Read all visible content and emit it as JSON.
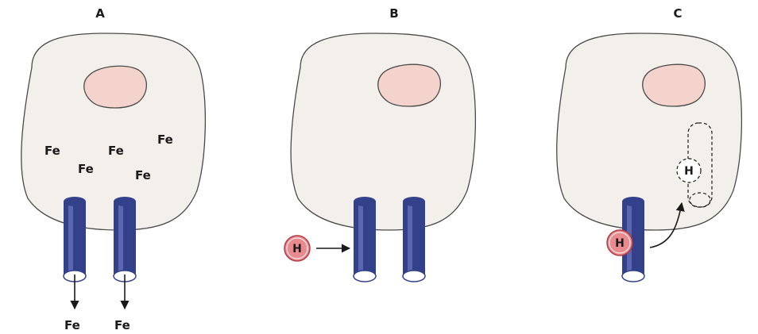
{
  "panels": [
    {
      "label": "A",
      "fe_inside": [
        "Fe",
        "Fe",
        "Fe",
        "Fe",
        "Fe"
      ],
      "fe_exported": [
        "Fe",
        "Fe"
      ]
    },
    {
      "label": "B",
      "hormone": "H"
    },
    {
      "label": "C",
      "hormone": "H",
      "internalized": "H"
    }
  ],
  "colors": {
    "cell_fill": "#f3efea",
    "nucleus_fill": "#f3d3cc",
    "channel": "#33418a",
    "hormone_fill": "#e98a8f"
  }
}
